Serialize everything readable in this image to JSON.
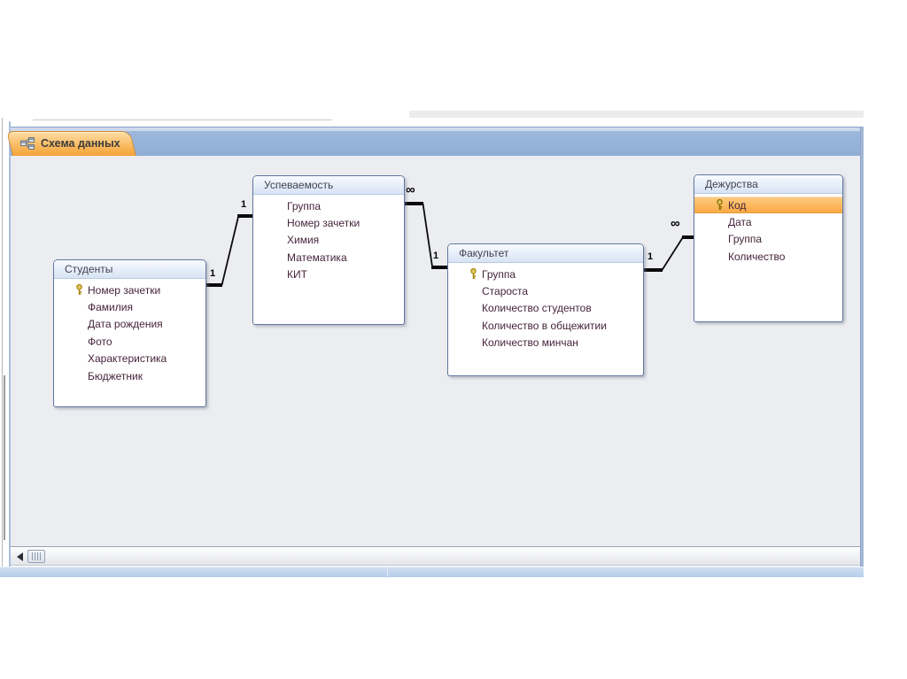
{
  "window": {
    "tab": {
      "label": "Схема данных",
      "icon": "relationships-icon"
    },
    "view": "relationships-canvas"
  },
  "tables": [
    {
      "name": "Студенты",
      "fields": [
        {
          "name": "Номер зачетки",
          "key": true
        },
        {
          "name": "Фамилия"
        },
        {
          "name": "Дата рождения"
        },
        {
          "name": "Фото"
        },
        {
          "name": "Характеристика"
        },
        {
          "name": "Бюджетник"
        }
      ]
    },
    {
      "name": "Успеваемость",
      "fields": [
        {
          "name": "Группа"
        },
        {
          "name": "Номер зачетки"
        },
        {
          "name": "Химия"
        },
        {
          "name": "Математика"
        },
        {
          "name": "КИТ"
        }
      ]
    },
    {
      "name": "Факультет",
      "fields": [
        {
          "name": "Группа",
          "key": true
        },
        {
          "name": "Староста"
        },
        {
          "name": "Количество студентов"
        },
        {
          "name": "Количество в общежитии"
        },
        {
          "name": "Количество минчан"
        }
      ]
    },
    {
      "name": "Дежурства",
      "fields": [
        {
          "name": "Код",
          "key": true,
          "selected": true
        },
        {
          "name": "Дата"
        },
        {
          "name": "Группа"
        },
        {
          "name": "Количество"
        }
      ]
    }
  ],
  "relationships": [
    {
      "from": "Студенты",
      "to": "Успеваемость",
      "label_start": "1",
      "label_end": "1"
    },
    {
      "from": "Факультет",
      "to": "Успеваемость",
      "label_one": "1",
      "label_many": "∞"
    },
    {
      "from": "Факультет",
      "to": "Дежурства",
      "label_one": "1",
      "label_many": "∞"
    }
  ],
  "colors": {
    "tab_orange": "#f9bc63",
    "selection_orange": "#f9a840",
    "tab_bar_blue": "#8fadd6",
    "status_bar_blue": "#bdd2ea",
    "canvas_gray": "#ecedf1",
    "table_border_blue": "#61779f",
    "key_gold": "#c9a227"
  }
}
